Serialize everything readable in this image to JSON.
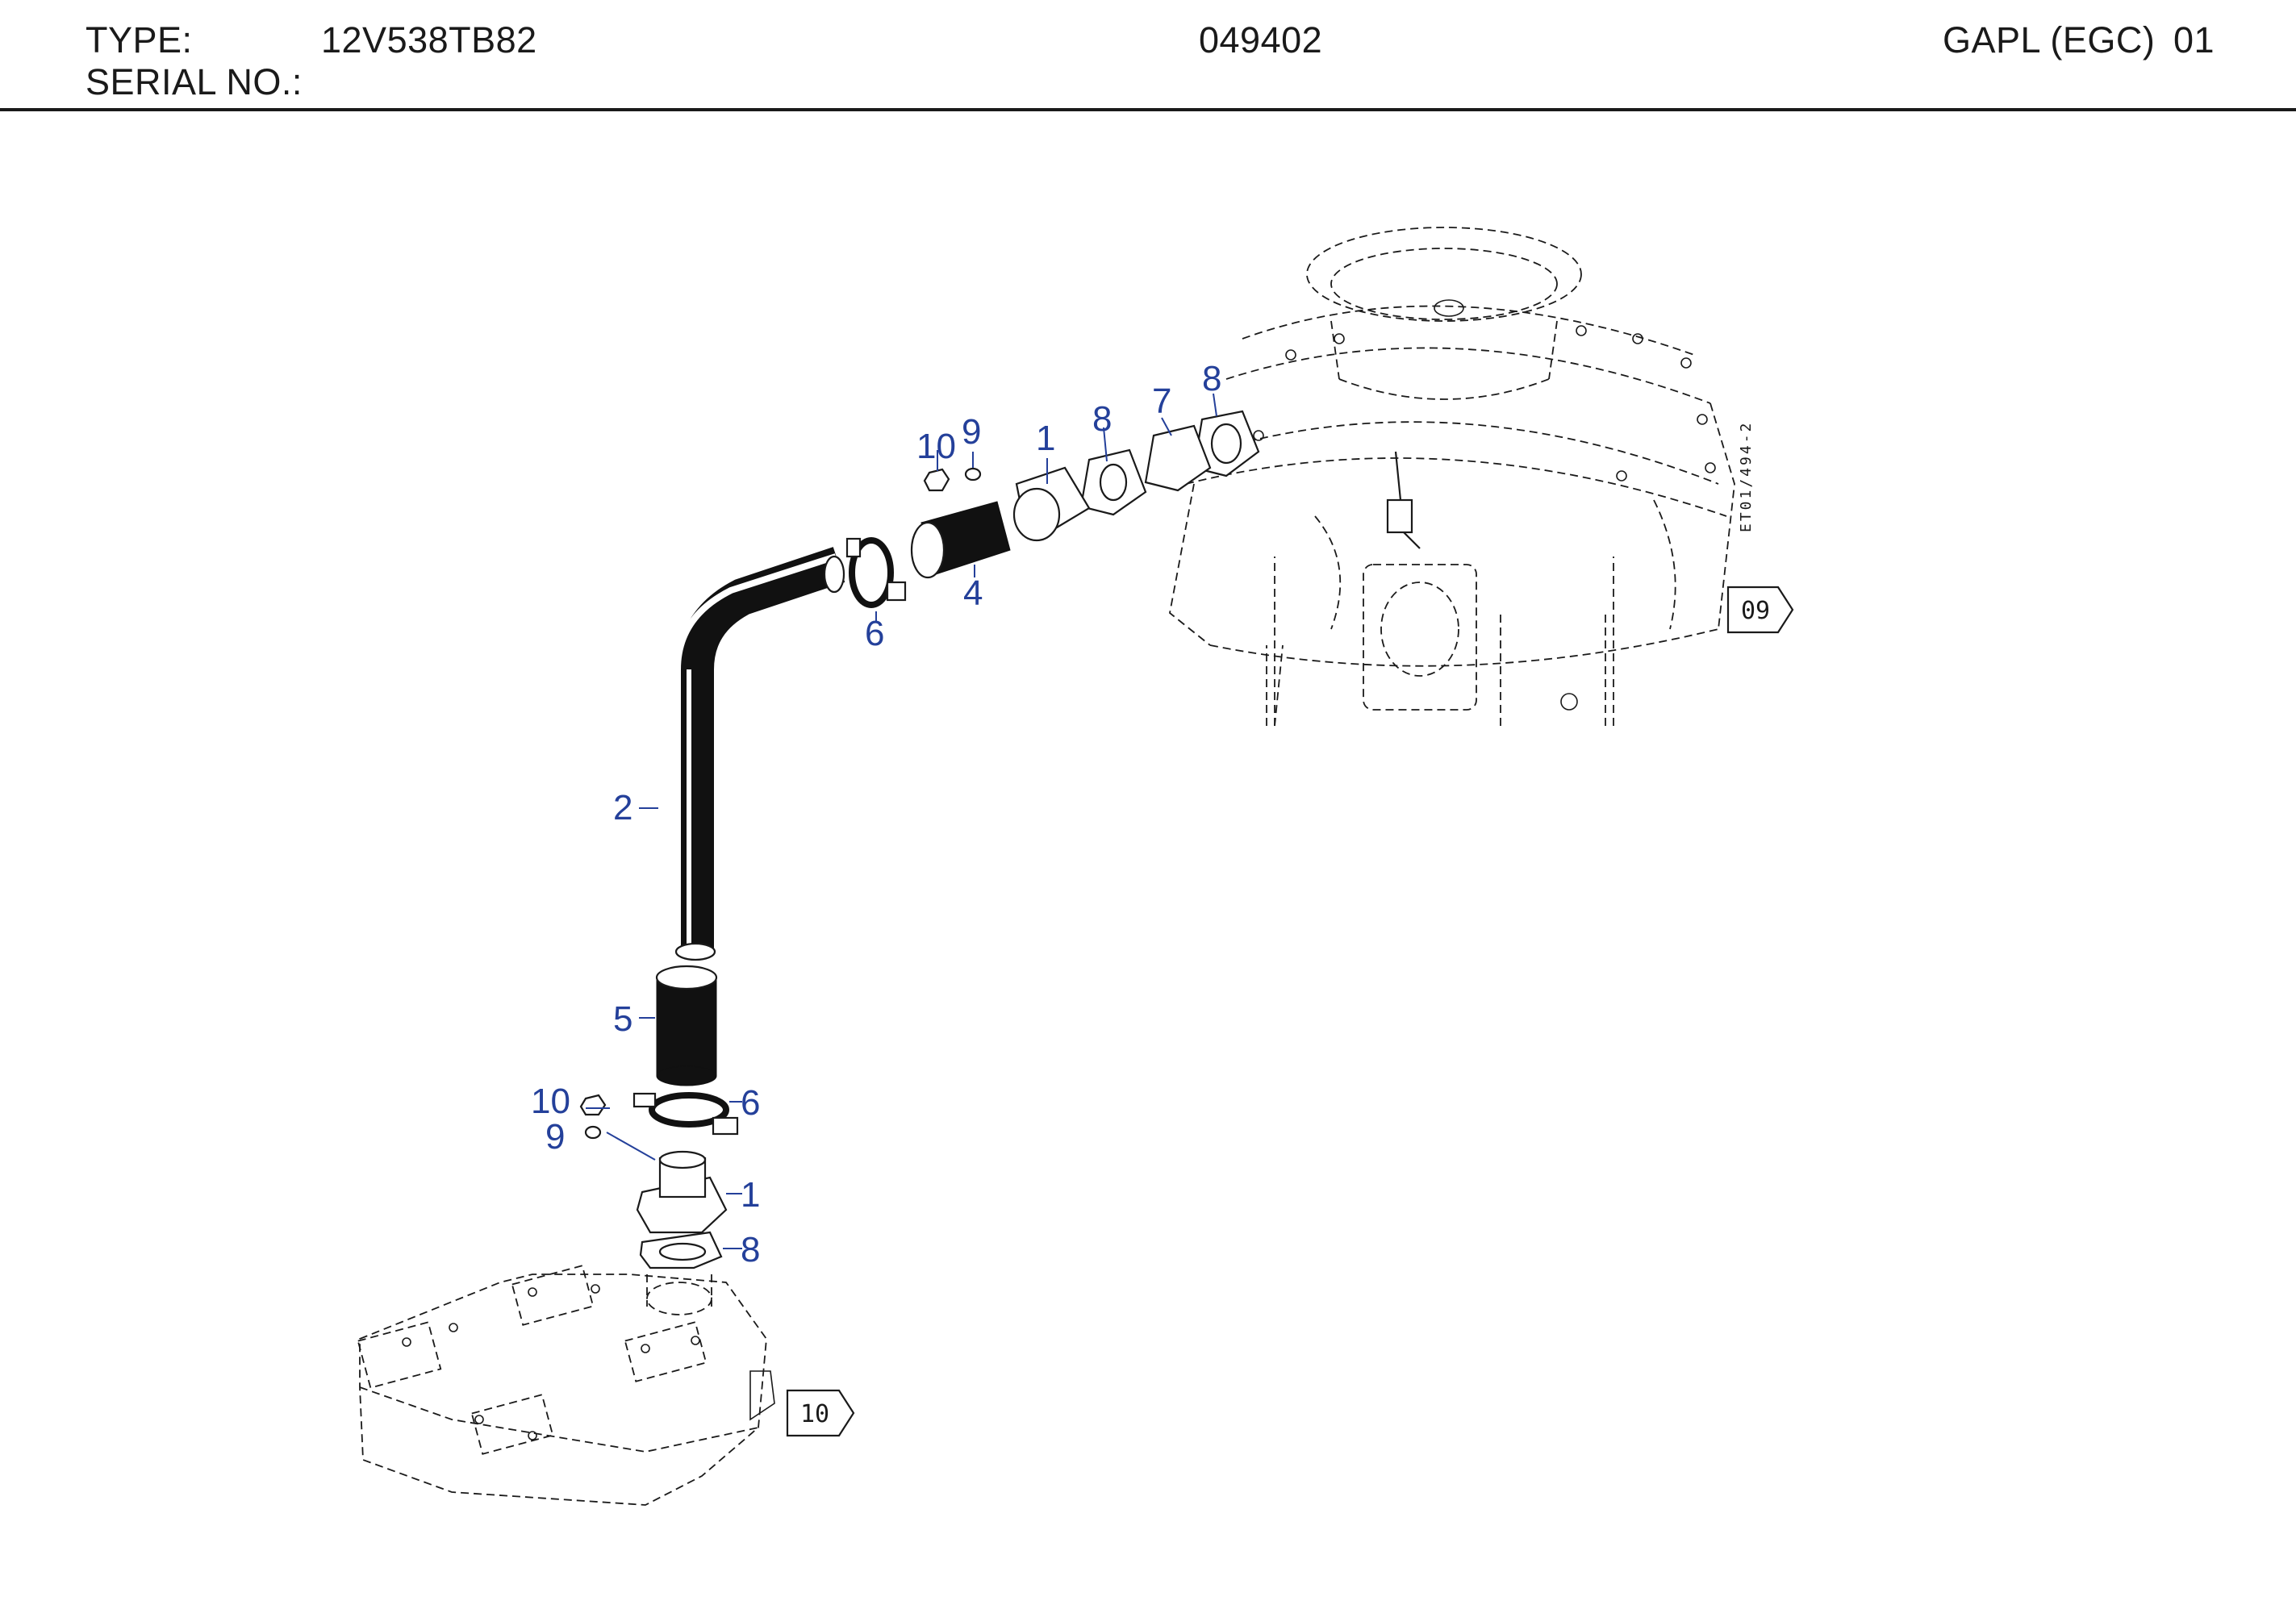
{
  "header": {
    "type_label": "TYPE:",
    "type_value": "12V538TB82",
    "serial_label": "SERIAL NO.:",
    "doc_number": "049402",
    "group": "GAPL (EGC)",
    "group_number": "01"
  },
  "drawing": {
    "ref_code": "ET01/494-2",
    "nav_refs": [
      "09",
      "10"
    ],
    "callouts": [
      "10",
      "9",
      "1",
      "8",
      "7",
      "8",
      "4",
      "6",
      "2",
      "5",
      "10",
      "9",
      "6",
      "1",
      "8"
    ]
  }
}
